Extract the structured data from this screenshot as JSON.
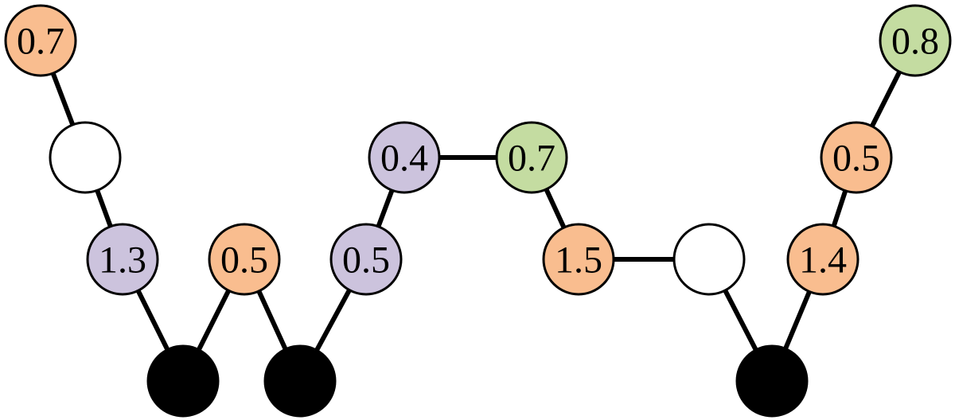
{
  "colors": {
    "orange": "#f9bd8f",
    "purple": "#ccc3dd",
    "green": "#c4dca1",
    "white": "#ffffff",
    "black": "#000000"
  },
  "nodes": [
    {
      "id": "n1",
      "label": "0.7",
      "color": "orange"
    },
    {
      "id": "n2",
      "label": "",
      "color": "white"
    },
    {
      "id": "n3",
      "label": "1.3",
      "color": "purple"
    },
    {
      "id": "n4",
      "label": "",
      "color": "black"
    },
    {
      "id": "n5",
      "label": "0.5",
      "color": "orange"
    },
    {
      "id": "n6",
      "label": "",
      "color": "black"
    },
    {
      "id": "n7",
      "label": "0.5",
      "color": "purple"
    },
    {
      "id": "n8",
      "label": "0.4",
      "color": "purple"
    },
    {
      "id": "n9",
      "label": "0.7",
      "color": "green"
    },
    {
      "id": "n10",
      "label": "1.5",
      "color": "orange"
    },
    {
      "id": "n11",
      "label": "",
      "color": "white"
    },
    {
      "id": "n12",
      "label": "",
      "color": "black"
    },
    {
      "id": "n13",
      "label": "1.4",
      "color": "orange"
    },
    {
      "id": "n14",
      "label": "0.5",
      "color": "orange"
    },
    {
      "id": "n15",
      "label": "0.8",
      "color": "green"
    }
  ],
  "edges": [
    [
      "n1",
      "n2"
    ],
    [
      "n2",
      "n3"
    ],
    [
      "n3",
      "n4"
    ],
    [
      "n4",
      "n5"
    ],
    [
      "n5",
      "n6"
    ],
    [
      "n6",
      "n7"
    ],
    [
      "n7",
      "n8"
    ],
    [
      "n8",
      "n9"
    ],
    [
      "n9",
      "n10"
    ],
    [
      "n10",
      "n11"
    ],
    [
      "n11",
      "n12"
    ],
    [
      "n12",
      "n13"
    ],
    [
      "n13",
      "n14"
    ],
    [
      "n14",
      "n15"
    ]
  ]
}
